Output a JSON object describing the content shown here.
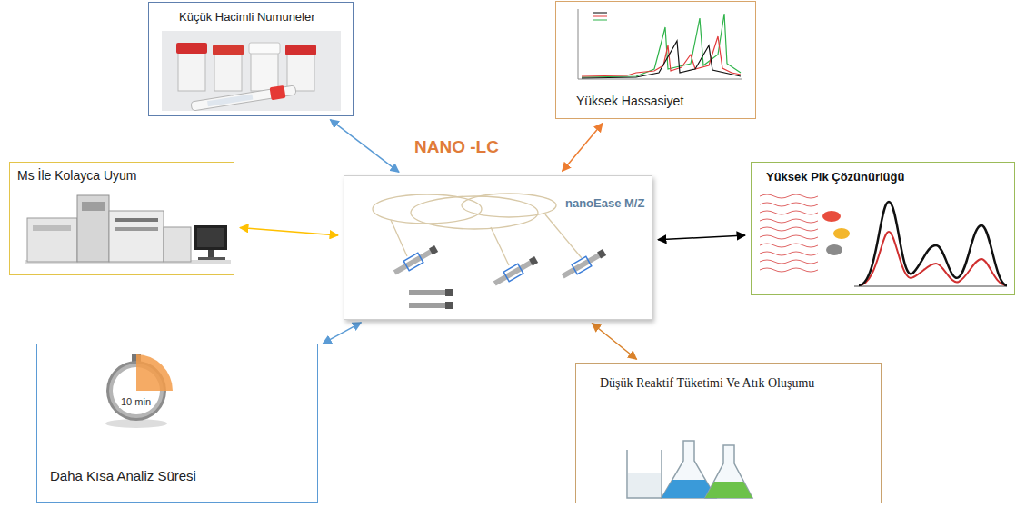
{
  "diagram": {
    "nodes": [
      {
        "text": [
          "Küçük Hacimli Numuneler"
        ]
      },
      {
        "text": [
          "Yüksek Hassasiyet"
        ]
      },
      {
        "text": [
          "NANO -LC"
        ]
      },
      {
        "text": [
          "Ms İle Kolayca Uyum"
        ]
      },
      {
        "text": [
          "Yüksek Pik Çözünürlüğü"
        ]
      },
      {
        "text": [
          "Daha Kısa Analiz Süresi"
        ]
      },
      {
        "text": [
          "Düşük Reaktif Tüketimi Ve Atık Oluşumu"
        ]
      }
    ],
    "edges": [
      {
        "from": 2,
        "to": 0,
        "arrow": "both"
      },
      {
        "from": 2,
        "to": 1,
        "arrow": "both"
      },
      {
        "from": 2,
        "to": 3,
        "arrow": "both"
      },
      {
        "from": 2,
        "to": 4,
        "arrow": "both"
      },
      {
        "from": 2,
        "to": 5,
        "arrow": "both"
      },
      {
        "from": 2,
        "to": 6,
        "arrow": "both"
      }
    ],
    "labels": [
      "nanoEase M/Z",
      "10 min"
    ]
  }
}
